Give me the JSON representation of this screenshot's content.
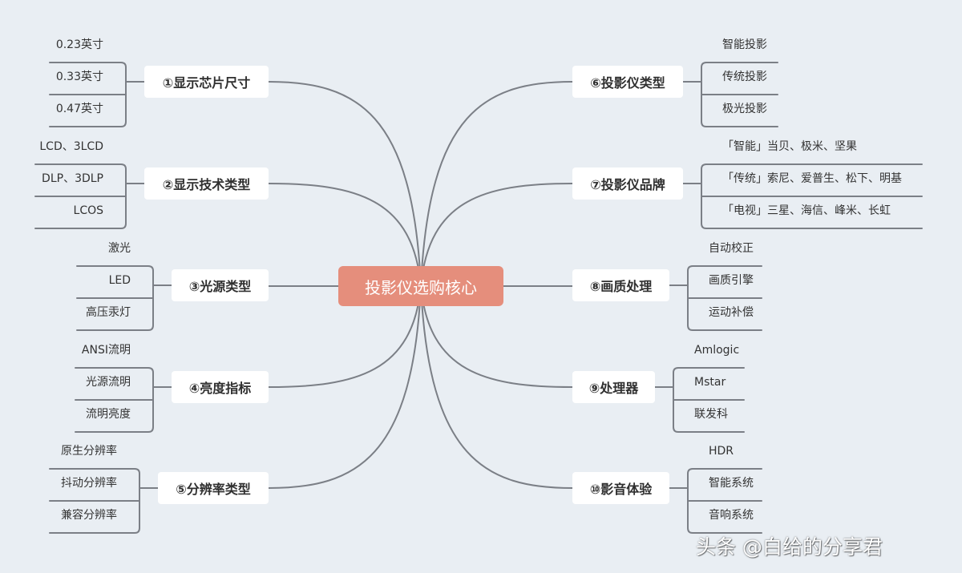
{
  "center": "投影仪选购核心",
  "colors": {
    "background": "#e9eef3",
    "line": "#7b7f86",
    "center_fill": "#e58e7c",
    "topic_fill": "#ffffff"
  },
  "branches": [
    {
      "label": "①显示芯片尺寸",
      "items": [
        "0.23英寸",
        "0.33英寸",
        "0.47英寸"
      ]
    },
    {
      "label": "②显示技术类型",
      "items": [
        "LCD、3LCD",
        "DLP、3DLP",
        "LCOS"
      ]
    },
    {
      "label": "③光源类型",
      "items": [
        "激光",
        "LED",
        "高压汞灯"
      ]
    },
    {
      "label": "④亮度指标",
      "items": [
        "ANSI流明",
        "光源流明",
        "流明亮度"
      ]
    },
    {
      "label": "⑤分辨率类型",
      "items": [
        "原生分辨率",
        "抖动分辨率",
        "兼容分辨率"
      ]
    },
    {
      "label": "⑥投影仪类型",
      "items": [
        "智能投影",
        "传统投影",
        "极光投影"
      ]
    },
    {
      "label": "⑦投影仪品牌",
      "items": [
        "「智能」当贝、极米、坚果",
        "「传统」索尼、爱普生、松下、明基",
        "「电视」三星、海信、峰米、长虹"
      ]
    },
    {
      "label": "⑧画质处理",
      "items": [
        "自动校正",
        "画质引擎",
        "运动补偿"
      ]
    },
    {
      "label": "⑨处理器",
      "items": [
        "Amlogic",
        "Mstar",
        "联发科"
      ]
    },
    {
      "label": "⑩影音体验",
      "items": [
        "HDR",
        "智能系统",
        "音响系统"
      ]
    }
  ],
  "watermark": "头条 @白给的分享君"
}
